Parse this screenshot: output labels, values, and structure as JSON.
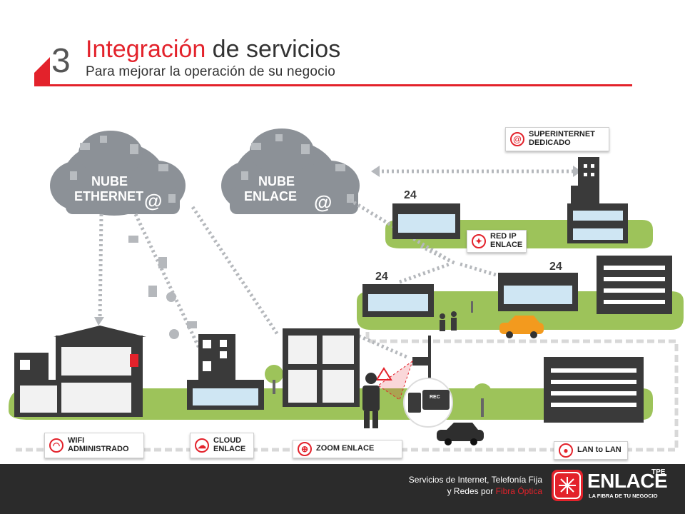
{
  "header": {
    "number": "3",
    "title_accent": "Integración",
    "title_rest": " de servicios",
    "subtitle": "Para mejorar la operación de su negocio"
  },
  "clouds": {
    "ethernet": {
      "line1": "NUBE",
      "line2": "ETHERNET"
    },
    "enlace": {
      "line1": "NUBE",
      "line2": "ENLACE"
    }
  },
  "labels": {
    "superinternet": "SUPERINTERNET\nDEDICADO",
    "red_ip": "RED IP\nENLACE",
    "wifi": "WIFI\nADMINISTRADO",
    "cloud": "CLOUD\nENLACE",
    "zoom": "ZOOM ENLACE",
    "lan": "LAN to LAN"
  },
  "signs": {
    "open_24_a": "24",
    "open_24_b": "24",
    "open_24_c": "24",
    "rec": "REC"
  },
  "footer": {
    "line1": "Servicios de Internet, Telefonía Fija",
    "line2_prefix": "y Redes por ",
    "line2_accent": "Fibra Óptica",
    "brand": "ENLACE",
    "brand_sup": "TPE",
    "brand_tag": "LA FIBRA DE TU NEGOCIO"
  },
  "colors": {
    "accent": "#e3222b",
    "green": "#9dc35a",
    "dark": "#3a3a3a",
    "grey": "#8c9197",
    "car": "#f39a1e"
  }
}
